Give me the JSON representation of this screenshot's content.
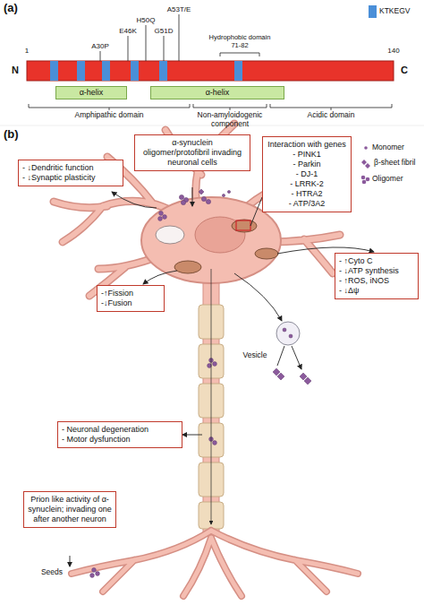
{
  "diagram": {
    "nodes": [
      {
        "text": [
          "α-helix"
        ]
      },
      {
        "text": [
          "α-helix"
        ]
      },
      {
        "text": [
          "- ↓Dendritic function",
          "- ↓Synaptic plasticity"
        ]
      },
      {
        "text": [
          "α-synuclein oligomer/protofibril invading neuronal cells"
        ]
      },
      {
        "text": [
          "Interaction with genes",
          "- PINK1",
          "- Parkin",
          "- DJ-1",
          "- LRRK-2",
          "- HTRA2",
          "- ATP/3A2"
        ]
      },
      {
        "text": [
          "-↑Fission",
          "-↓Fusion"
        ]
      },
      {
        "text": [
          "- ↑Cyto C",
          "- ↓ATP synthesis",
          "- ↑ROS, iNOS",
          "- ↓Δψ"
        ]
      },
      {
        "text": [
          "- Neuronal degeneration",
          "- Motor dysfunction"
        ]
      },
      {
        "text": [
          "Prion like activity of α-synuclein; invading one after another neuron"
        ]
      }
    ],
    "labels": [
      "(a)",
      "1",
      "140",
      "N",
      "C",
      "A30P",
      "E46K",
      "H50Q",
      "G51D",
      "A53T/E",
      "Hydrophobic domain 71-82",
      "Amphipathic domain",
      "Non-amyloidogenic component",
      "Acidic domain",
      "(b)",
      "Vesicle",
      "Seeds"
    ],
    "legend": [
      {
        "text": "KTKEGV",
        "color": "#4a8fd8"
      },
      {
        "text": "Monomer"
      },
      {
        "text": "β-sheet fibril"
      },
      {
        "text": "Oligomer"
      }
    ]
  }
}
